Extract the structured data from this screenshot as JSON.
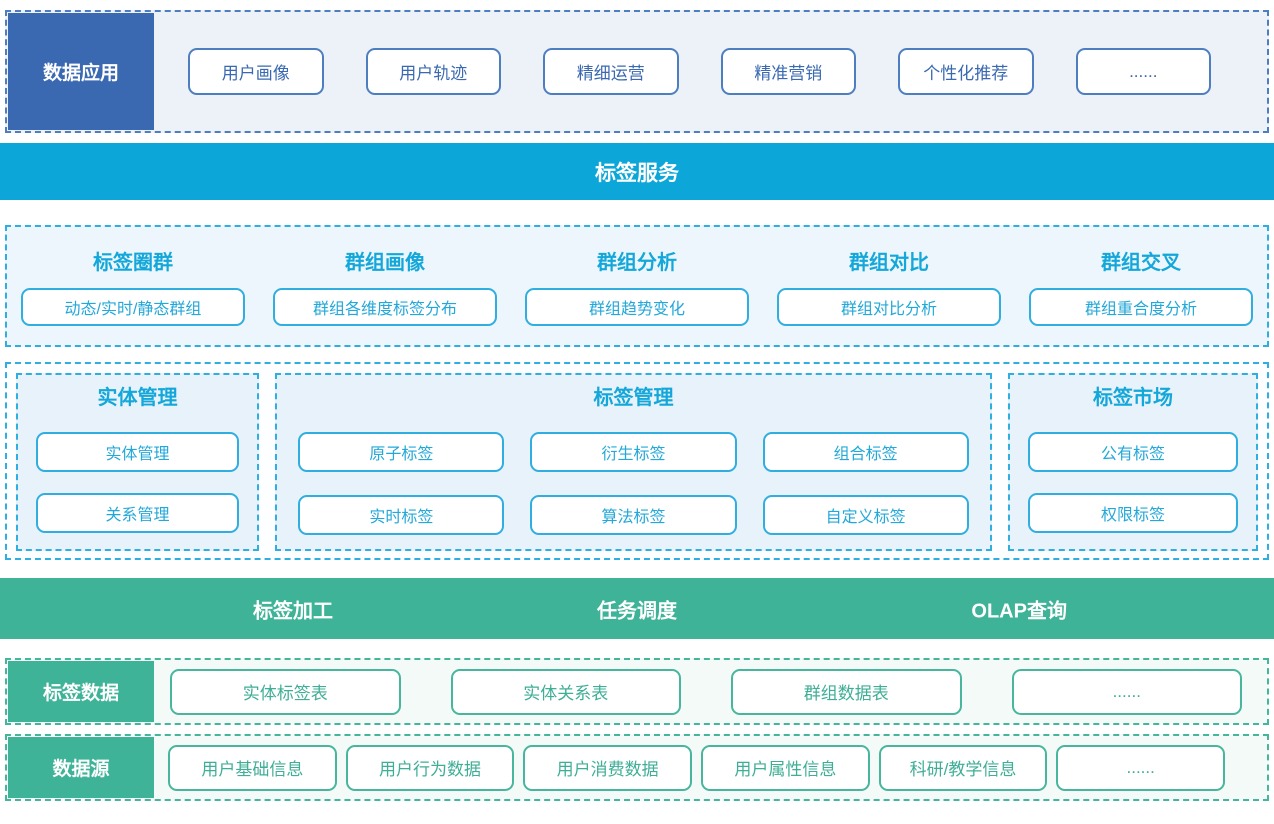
{
  "app_layer": {
    "label": "数据应用",
    "items": [
      "用户画像",
      "用户轨迹",
      "精细运营",
      "精准营销",
      "个性化推荐",
      "......"
    ]
  },
  "tag_service_banner": "标签服务",
  "service_groups": [
    {
      "title": "标签圈群",
      "item": "动态/实时/静态群组"
    },
    {
      "title": "群组画像",
      "item": "群组各维度标签分布"
    },
    {
      "title": "群组分析",
      "item": "群组趋势变化"
    },
    {
      "title": "群组对比",
      "item": "群组对比分析"
    },
    {
      "title": "群组交叉",
      "item": "群组重合度分析"
    }
  ],
  "management": {
    "entity": {
      "title": "实体管理",
      "items": [
        "实体管理",
        "关系管理"
      ]
    },
    "tag": {
      "title": "标签管理",
      "items": [
        "原子标签",
        "衍生标签",
        "组合标签",
        "实时标签",
        "算法标签",
        "自定义标签"
      ]
    },
    "market": {
      "title": "标签市场",
      "items": [
        "公有标签",
        "权限标签"
      ]
    }
  },
  "compute_banner": {
    "items": [
      "标签加工",
      "任务调度",
      "OLAP查询"
    ]
  },
  "tag_data_layer": {
    "label": "标签数据",
    "items": [
      "实体标签表",
      "实体关系表",
      "群组数据表",
      "......"
    ]
  },
  "data_source_layer": {
    "label": "数据源",
    "items": [
      "用户基础信息",
      "用户行为数据",
      "用户消费数据",
      "用户属性信息",
      "科研/教学信息",
      "......"
    ]
  },
  "colors": {
    "blue": "#3a69b1",
    "cyan": "#0ca7d8",
    "green": "#3fb398"
  }
}
